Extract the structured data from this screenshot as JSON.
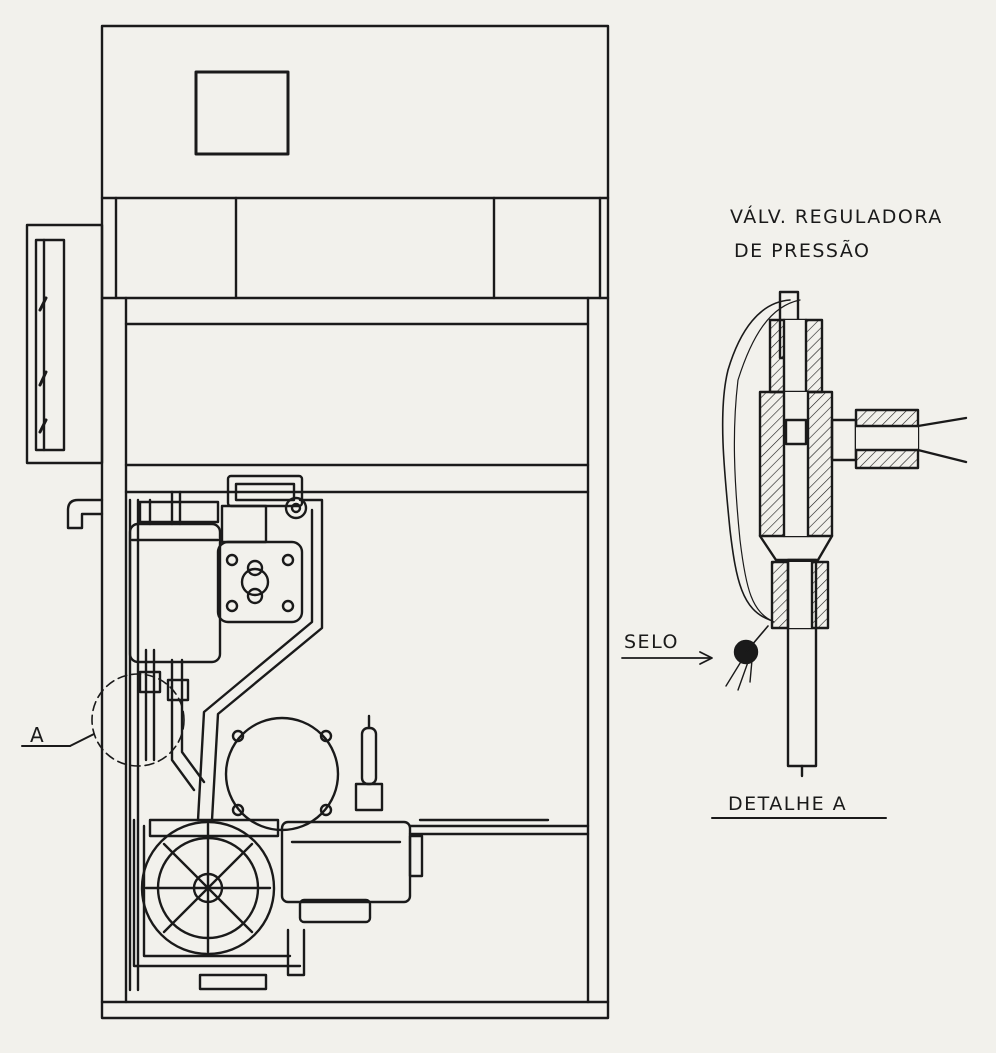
{
  "detail": {
    "valve_label_line1": "VÁLV. REGULADORA",
    "valve_label_line2": "DE PRESSÃO",
    "seal_label": "SELO",
    "detail_caption": "DETALHE A"
  },
  "callout": {
    "label": "A"
  },
  "colors": {
    "paper": "#f2f1ec",
    "ink": "#1a1a1a"
  }
}
